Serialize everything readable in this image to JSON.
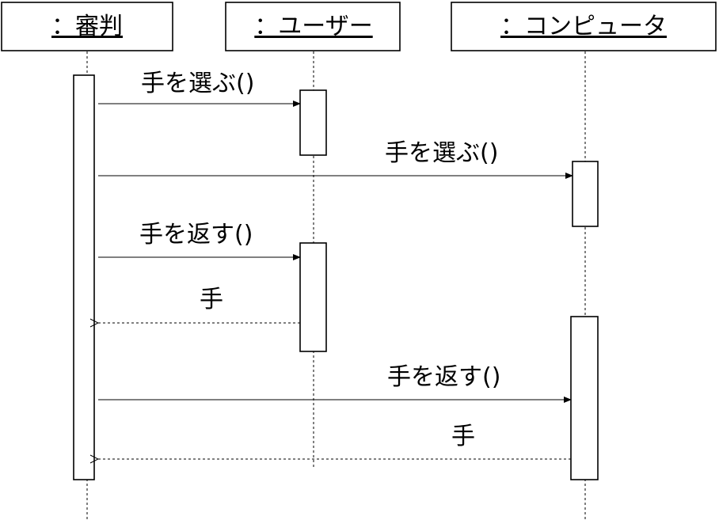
{
  "lifelines": [
    {
      "id": "judge",
      "label": "：審判"
    },
    {
      "id": "user",
      "label": "：ユーザー"
    },
    {
      "id": "computer",
      "label": "：コンピュータ"
    }
  ],
  "messages": [
    {
      "label": "手を選ぶ()",
      "type": "call",
      "from": "judge",
      "to": "user"
    },
    {
      "label": "手を選ぶ()",
      "type": "call",
      "from": "judge",
      "to": "computer"
    },
    {
      "label": "手を返す()",
      "type": "call",
      "from": "judge",
      "to": "user"
    },
    {
      "label": "手",
      "type": "return",
      "from": "user",
      "to": "judge"
    },
    {
      "label": "手を返す()",
      "type": "call",
      "from": "judge",
      "to": "computer"
    },
    {
      "label": "手",
      "type": "return",
      "from": "computer",
      "to": "judge"
    }
  ]
}
